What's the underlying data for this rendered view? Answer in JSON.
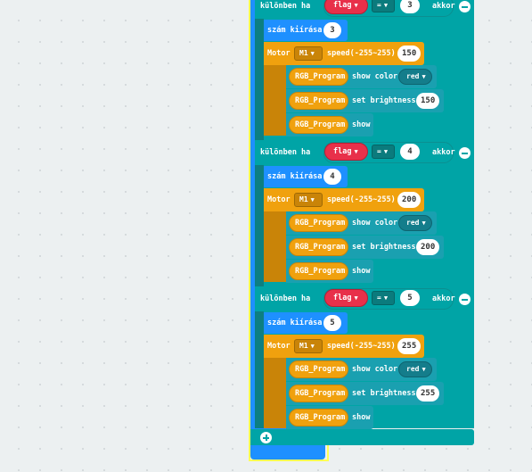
{
  "else_if_label": "különben ha",
  "then_label": "akkor",
  "flag_label": "flag",
  "eq_label": "=",
  "show_number_label": "szám kiírása",
  "motor_label": "Motor",
  "motor_port": "M1",
  "speed_label": "speed(-255~255)",
  "rgb_label": "RGB_Program",
  "show_color_label": "show color",
  "color_value": "red",
  "set_brightness_label": "set brightness",
  "show_label": "show",
  "sections": [
    {
      "compare": "3",
      "number": "3",
      "speed": "150",
      "brightness": "150"
    },
    {
      "compare": "4",
      "number": "4",
      "speed": "200",
      "brightness": "200"
    },
    {
      "compare": "5",
      "number": "5",
      "speed": "255",
      "brightness": "255"
    }
  ],
  "colors": {
    "logic": "#00a4a6",
    "variable": "#e8304a",
    "basic": "#1e90ff",
    "motor": "#f0a10e",
    "rgb": "#1aa0b0",
    "selection": "#ffff54"
  }
}
